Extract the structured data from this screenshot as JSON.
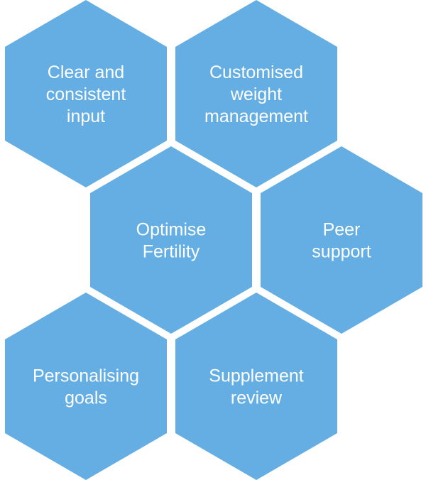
{
  "colors": {
    "hexagon_fill": "#64aee3",
    "label_text": "#ffffff",
    "background": "#ffffff"
  },
  "diagram": {
    "hexagons": [
      {
        "id": "clear-input",
        "lines": [
          "Clear and",
          "consistent",
          "input"
        ]
      },
      {
        "id": "weight-management",
        "lines": [
          "Customised",
          "weight",
          "management"
        ]
      },
      {
        "id": "optimise-fertility",
        "lines": [
          "Optimise",
          "Fertility"
        ]
      },
      {
        "id": "peer-support",
        "lines": [
          "Peer",
          "support"
        ]
      },
      {
        "id": "personalising-goals",
        "lines": [
          "Personalising",
          "goals"
        ]
      },
      {
        "id": "supplement-review",
        "lines": [
          "Supplement",
          "review"
        ]
      }
    ]
  }
}
